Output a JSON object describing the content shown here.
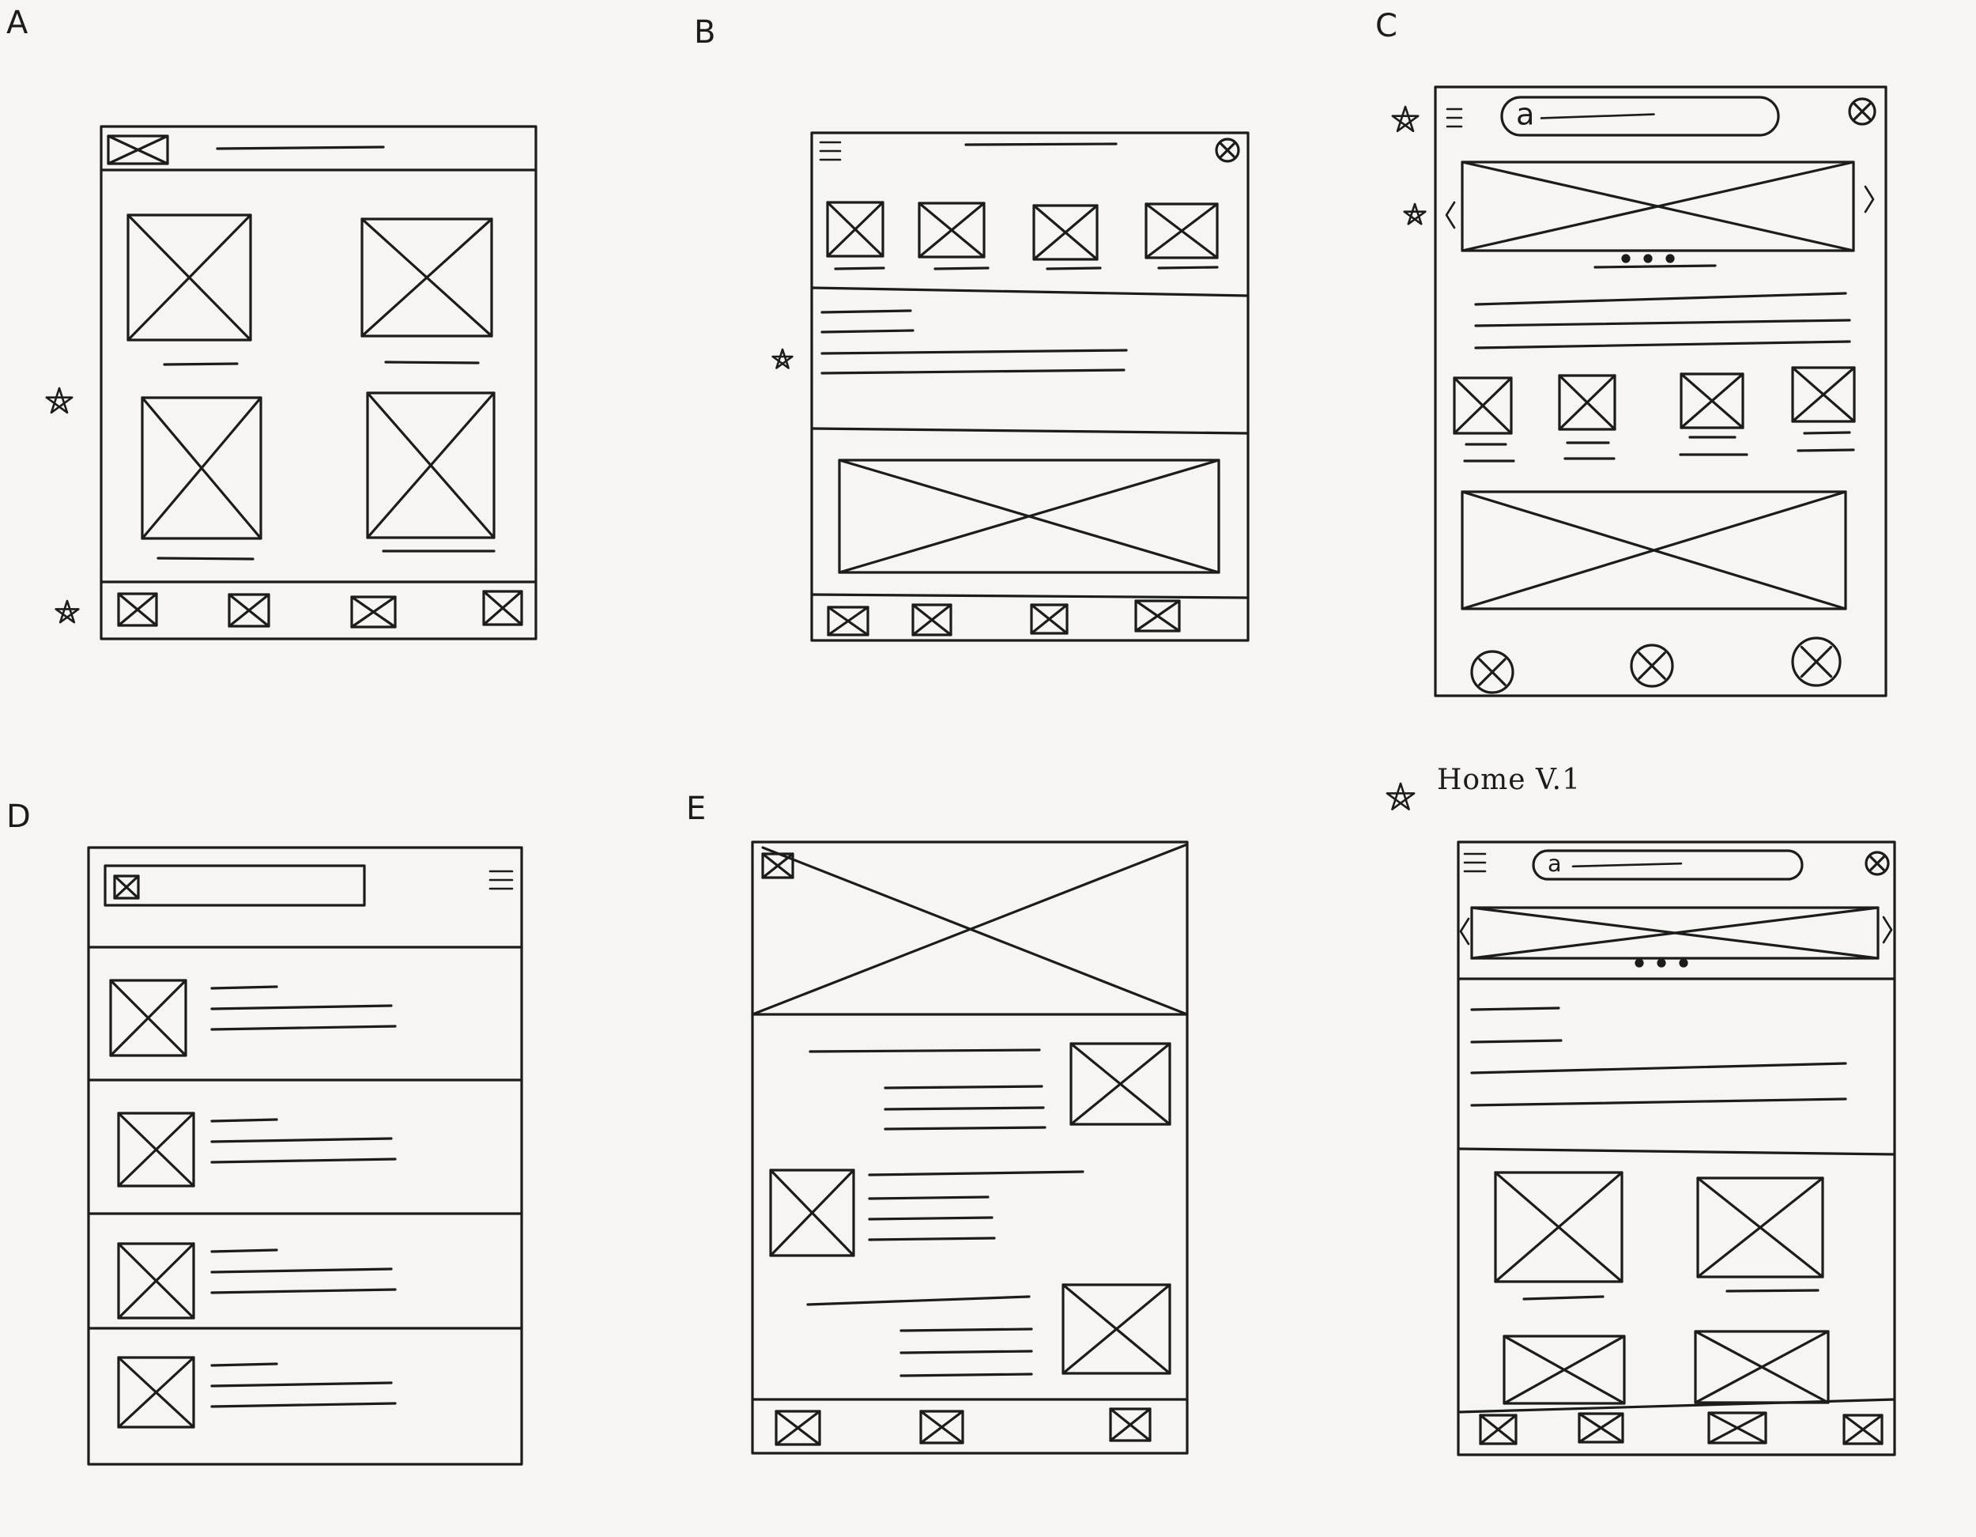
{
  "sheets": {
    "a": {
      "letter": "A"
    },
    "b": {
      "letter": "B"
    },
    "c": {
      "letter": "C"
    },
    "d": {
      "letter": "D"
    },
    "e": {
      "letter": "E"
    },
    "f": {
      "title": "Home V.1"
    }
  },
  "search_glyph": "a",
  "colors": {
    "paper": "#f6f5f1",
    "pencil": "#1c1c1c",
    "faint": "#6a6a6a"
  },
  "icons": [
    "placeholder-image-icon",
    "hamburger-menu-icon",
    "close-circle-icon",
    "star-icon",
    "chevron-left-icon",
    "chevron-right-icon",
    "search-icon"
  ]
}
